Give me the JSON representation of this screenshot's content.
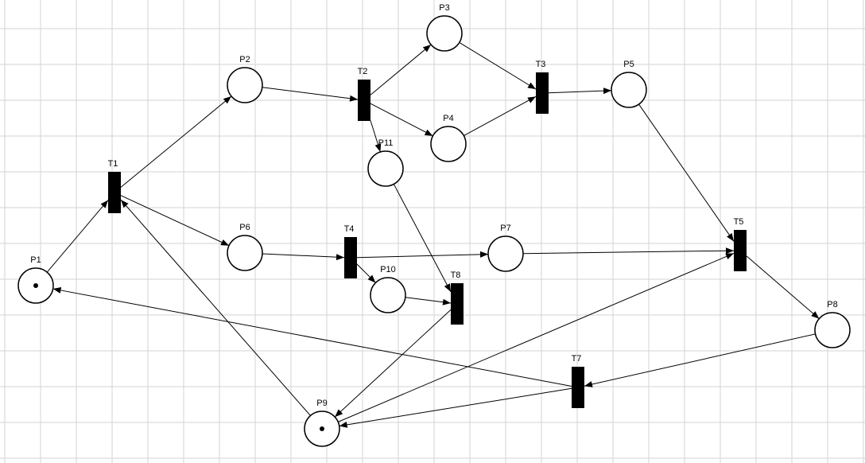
{
  "colors": {
    "background": "#ffffff",
    "grid": "#d3d3d3",
    "stroke": "#000000",
    "transition_fill": "#000000",
    "token": "#000000"
  },
  "places": [
    {
      "id": "P1",
      "label": "P1",
      "tokens": 1
    },
    {
      "id": "P2",
      "label": "P2",
      "tokens": 0
    },
    {
      "id": "P3",
      "label": "P3",
      "tokens": 0
    },
    {
      "id": "P4",
      "label": "P4",
      "tokens": 0
    },
    {
      "id": "P5",
      "label": "P5",
      "tokens": 0
    },
    {
      "id": "P6",
      "label": "P6",
      "tokens": 0
    },
    {
      "id": "P7",
      "label": "P7",
      "tokens": 0
    },
    {
      "id": "P8",
      "label": "P8",
      "tokens": 0
    },
    {
      "id": "P9",
      "label": "P9",
      "tokens": 1
    },
    {
      "id": "P10",
      "label": "P10",
      "tokens": 0
    },
    {
      "id": "P11",
      "label": "P11",
      "tokens": 0
    }
  ],
  "transitions": [
    {
      "id": "T1",
      "label": "T1"
    },
    {
      "id": "T2",
      "label": "T2"
    },
    {
      "id": "T3",
      "label": "T3"
    },
    {
      "id": "T4",
      "label": "T4"
    },
    {
      "id": "T5",
      "label": "T5"
    },
    {
      "id": "T7",
      "label": "T7"
    },
    {
      "id": "T8",
      "label": "T8"
    }
  ],
  "arcs": [
    {
      "from": "P1",
      "to": "T1"
    },
    {
      "from": "T1",
      "to": "P2"
    },
    {
      "from": "T1",
      "to": "P6"
    },
    {
      "from": "P2",
      "to": "T2"
    },
    {
      "from": "T2",
      "to": "P3"
    },
    {
      "from": "T2",
      "to": "P4"
    },
    {
      "from": "T2",
      "to": "P11"
    },
    {
      "from": "P3",
      "to": "T3"
    },
    {
      "from": "P4",
      "to": "T3"
    },
    {
      "from": "T3",
      "to": "P5"
    },
    {
      "from": "P5",
      "to": "T5"
    },
    {
      "from": "P6",
      "to": "T4"
    },
    {
      "from": "T4",
      "to": "P7"
    },
    {
      "from": "T4",
      "to": "P10"
    },
    {
      "from": "P7",
      "to": "T5"
    },
    {
      "from": "P9",
      "to": "T5"
    },
    {
      "from": "T5",
      "to": "P8"
    },
    {
      "from": "P8",
      "to": "T7"
    },
    {
      "from": "T7",
      "to": "P1"
    },
    {
      "from": "T7",
      "to": "P9"
    },
    {
      "from": "P10",
      "to": "T8"
    },
    {
      "from": "P11",
      "to": "T8"
    },
    {
      "from": "T8",
      "to": "P9"
    },
    {
      "from": "P9",
      "to": "T1"
    }
  ]
}
